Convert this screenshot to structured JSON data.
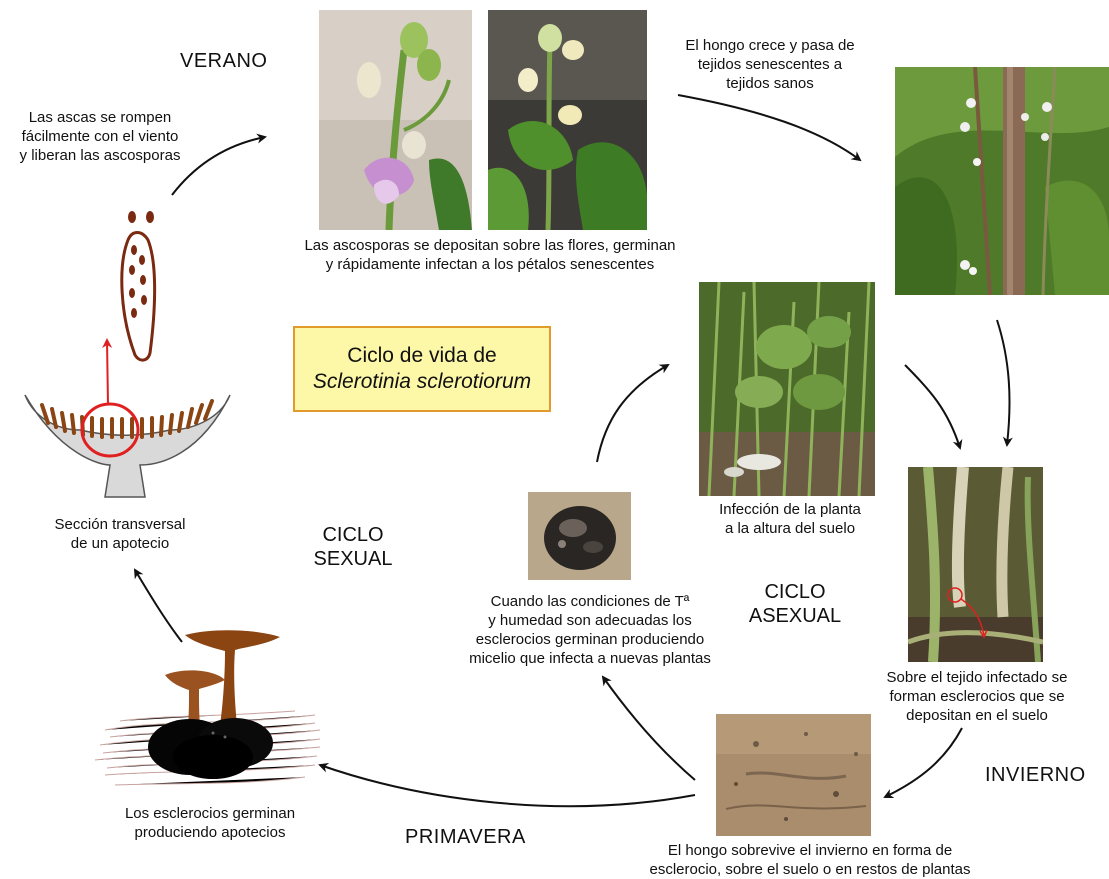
{
  "title": {
    "line1": "Ciclo de vida de",
    "line2": "Sclerotinia sclerotiorum"
  },
  "seasons": {
    "summer": "VERANO",
    "winter": "INVIERNO",
    "spring": "PRIMAVERA"
  },
  "cycles": {
    "sexual": [
      "CICLO",
      "SEXUAL"
    ],
    "asexual": [
      "CICLO",
      "ASEXUAL"
    ]
  },
  "captions": {
    "asci": [
      "Las ascas se rompen",
      "fácilmente con el viento",
      "y liberan las ascosporas"
    ],
    "flowers": [
      "Las ascosporas se depositan sobre las flores, germinan",
      "y rápidamente infectan a los pétalos senescentes"
    ],
    "fungus_grows": [
      "El hongo crece y pasa de",
      "tejidos senescentes a",
      "tejidos sanos"
    ],
    "ground_infection": [
      "Infección de la planta",
      "a la altura del suelo"
    ],
    "sclerotia_form": [
      "Sobre el tejido infectado se",
      "forman esclerocios que se",
      "depositan en el suelo"
    ],
    "overwinter": [
      "El hongo sobrevive el invierno en forma de",
      "esclerocio, sobre el suelo o en restos de plantas"
    ],
    "germinate_mycelium": [
      "Cuando las condiciones de Tª",
      "y humedad son adecuadas los",
      "esclerocios germinan produciendo",
      "micelio que infecta a nuevas plantas"
    ],
    "apothecia": [
      "Los esclerocios germinan",
      "produciendo apotecios"
    ],
    "cross_section": [
      "Sección transversal",
      "de un apotecio"
    ]
  },
  "colors": {
    "title_fill": "#fdf7a8",
    "title_border": "#e39a2c",
    "apothecium_brown": "#8b4513",
    "highlight_red": "#e02020",
    "arrow": "#111111"
  }
}
